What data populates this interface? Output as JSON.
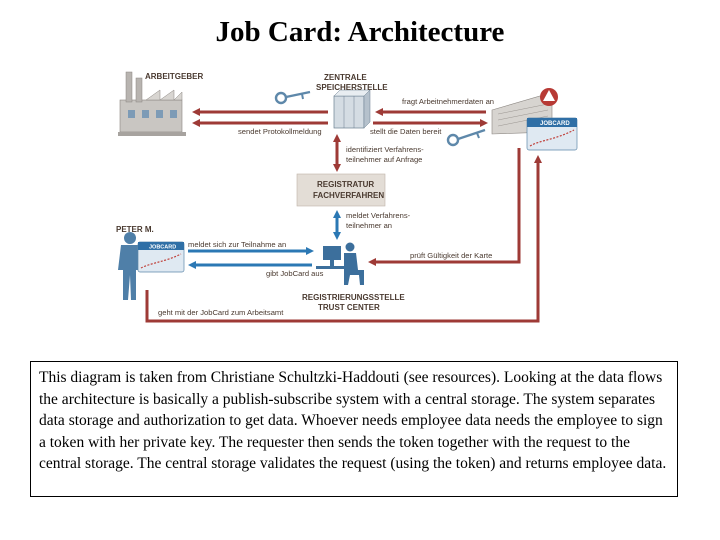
{
  "title": "Job Card: Architecture",
  "diagram": {
    "nodes": {
      "employer": "ARBEITGEBER",
      "central_storage_line1": "ZENTRALE",
      "central_storage_line2": "SPEICHERSTELLE",
      "registry_line1": "REGISTRATUR",
      "registry_line2": "FACHVERFAHREN",
      "person": "PETER M.",
      "trust_line1": "REGISTRIERUNGSSTELLE",
      "trust_line2": "TRUST CENTER"
    },
    "arrows": {
      "asks_employee_data": "fragt Arbeitnehmerdaten an",
      "sends_protocol": "sendet Protokollmeldung",
      "provides_data": "stellt die Daten bereit",
      "identifies_line1": "identifiziert Verfahrens-",
      "identifies_line2": "teilnehmer auf Anfrage",
      "reports_line1": "meldet Verfahrens-",
      "reports_line2": "teilnehmer an",
      "registers_participation": "meldet sich zur Teilnahme an",
      "issues_jobcard": "gibt JobCard aus",
      "checks_validity": "prüft Gültigkeit der Karte",
      "goes_to_office": "geht mit der JobCard zum Arbeitsamt"
    },
    "card_text": "JOBCARD"
  },
  "caption": "This diagram is taken from Christiane Schultzki-Haddouti (see resources). Looking at the data flows the architecture is basically a publish-subscribe system with a central storage. The system separates data storage and authorization to get data. Whoever needs employee data needs the employee to sign a token with her private key. The requester then sends the token together with the request to the central storage. The central storage validates the request (using the token) and returns employee data.",
  "colors": {
    "arrow_red": "#9e3a36",
    "arrow_blue": "#2b78b4",
    "label_text": "#4a3a30"
  }
}
